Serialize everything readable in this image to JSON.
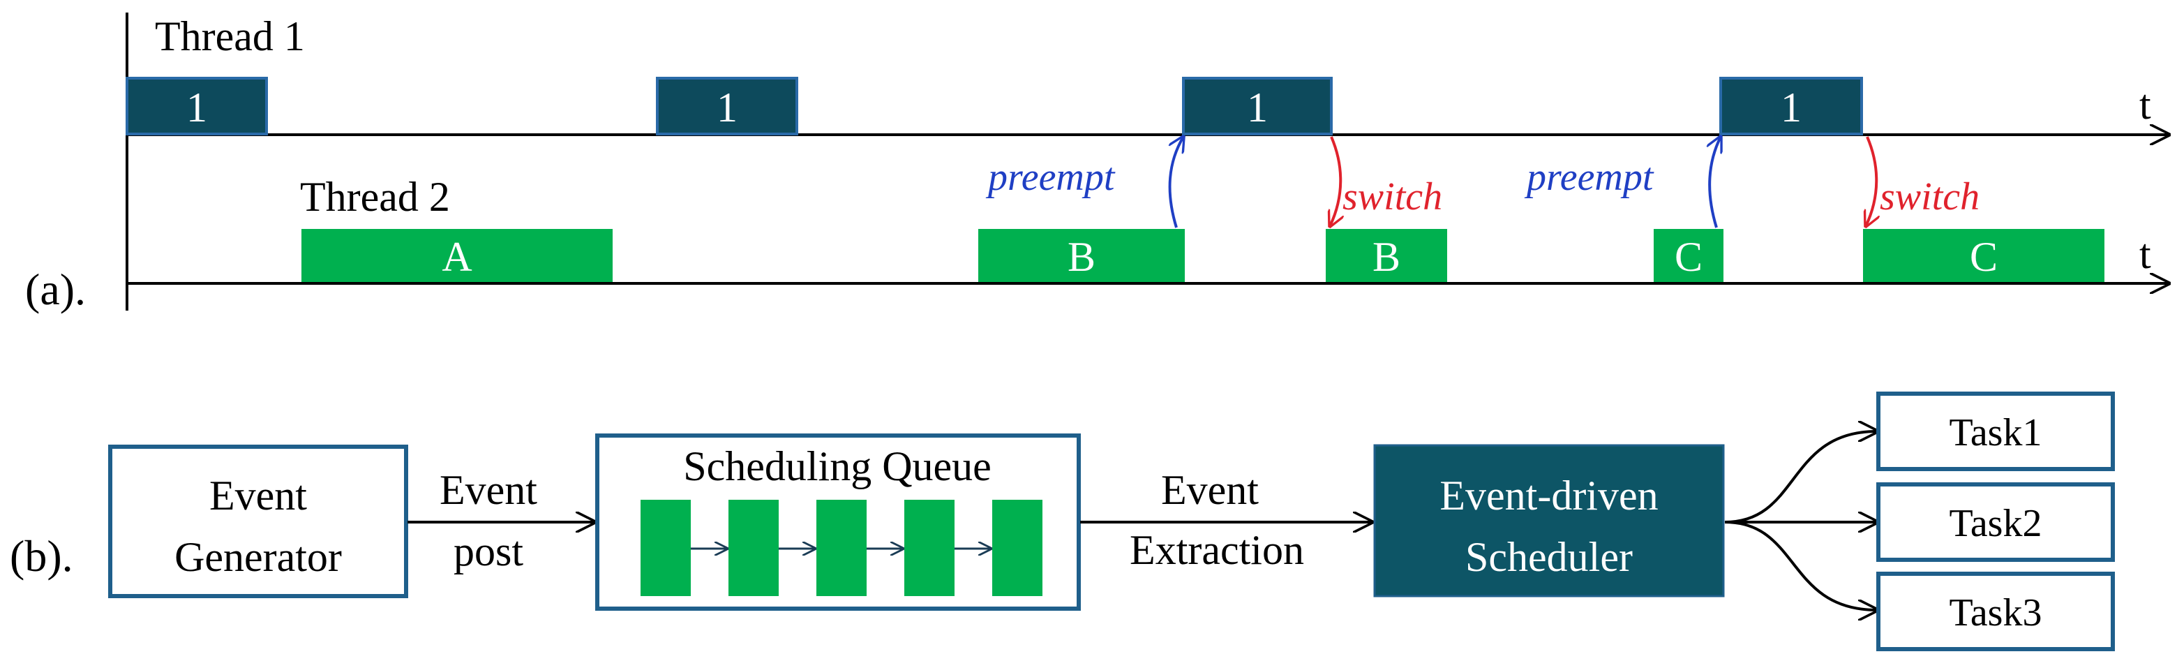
{
  "part_a": {
    "caption": "(a).",
    "thread1_label": "Thread 1",
    "thread2_label": "Thread 2",
    "time_axis_label": "t",
    "thread1_blocks": [
      "1",
      "1",
      "1",
      "1"
    ],
    "thread2_blocks": [
      "A",
      "B",
      "B",
      "C",
      "C"
    ],
    "preempt_label": "preempt",
    "switch_label": "switch"
  },
  "part_b": {
    "caption": "(b).",
    "event_generator": [
      "Event",
      "Generator"
    ],
    "event_post": [
      "Event",
      "post"
    ],
    "scheduling_queue_title": "Scheduling Queue",
    "event_extraction": [
      "Event",
      "Extraction"
    ],
    "scheduler": [
      "Event-driven",
      "Scheduler"
    ],
    "tasks": [
      "Task1",
      "Task2",
      "Task3"
    ]
  },
  "colors": {
    "thread1_block": "#0d4a5c",
    "thread2_block": "#00b04f",
    "box_border": "#1f5f8b",
    "scheduler_fill": "#0d5566",
    "preempt_arrow": "#1f3fc4",
    "switch_arrow": "#e0222c"
  }
}
